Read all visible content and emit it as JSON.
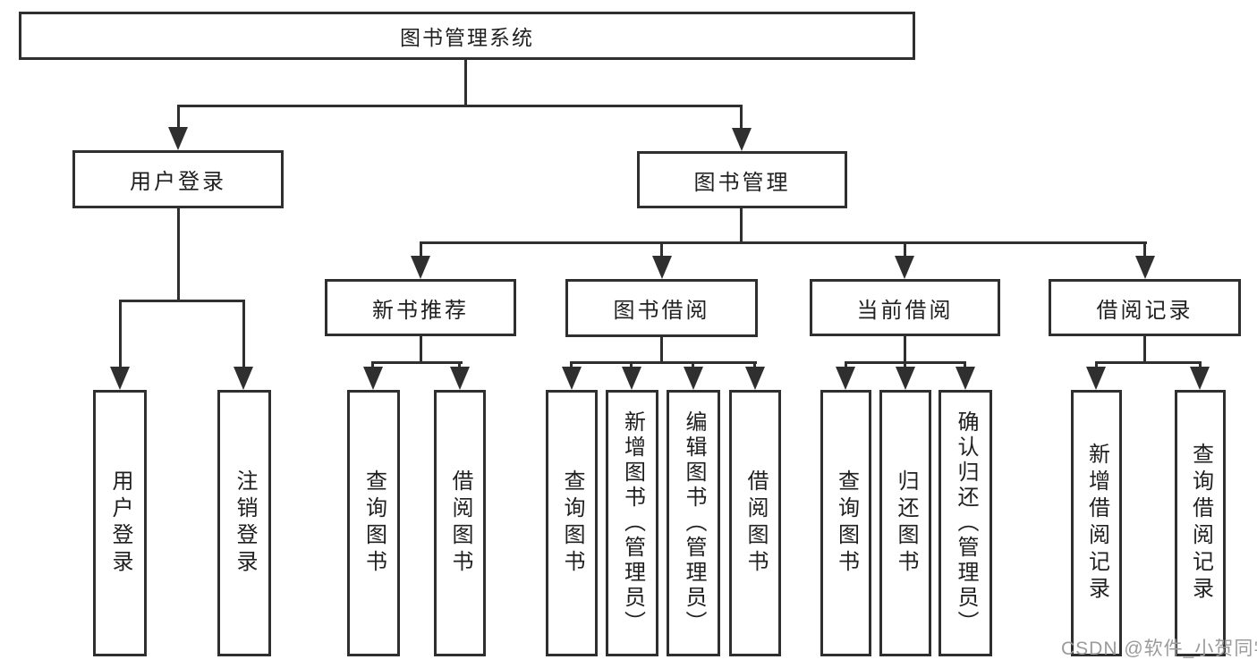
{
  "tree": {
    "root": {
      "label": "图书管理系统"
    },
    "user_login": {
      "label": "用户登录",
      "children": [
        {
          "label": "用户登录"
        },
        {
          "label": "注销登录"
        }
      ]
    },
    "book_management": {
      "label": "图书管理",
      "children": [
        {
          "label": "新书推荐",
          "children": [
            {
              "label": "查询图书"
            },
            {
              "label": "借阅图书"
            }
          ]
        },
        {
          "label": "图书借阅",
          "children": [
            {
              "label": "查询图书"
            },
            {
              "label": "新增图书（管理员）"
            },
            {
              "label": "编辑图书（管理员）"
            },
            {
              "label": "借阅图书"
            }
          ]
        },
        {
          "label": "当前借阅",
          "children": [
            {
              "label": "查询图书"
            },
            {
              "label": "归还图书"
            },
            {
              "label": "确认归还（管理员）"
            }
          ]
        },
        {
          "label": "借阅记录",
          "children": [
            {
              "label": "新增借阅记录"
            },
            {
              "label": "查询借阅记录"
            }
          ]
        }
      ]
    }
  },
  "watermark": "CSDN @软件_小贺同学",
  "colors": {
    "line": "#2f2f2f",
    "box_fill": "#ffffff",
    "text": "#1f1f1f",
    "watermark": "#9b9b9b",
    "background": "#ffffff"
  }
}
